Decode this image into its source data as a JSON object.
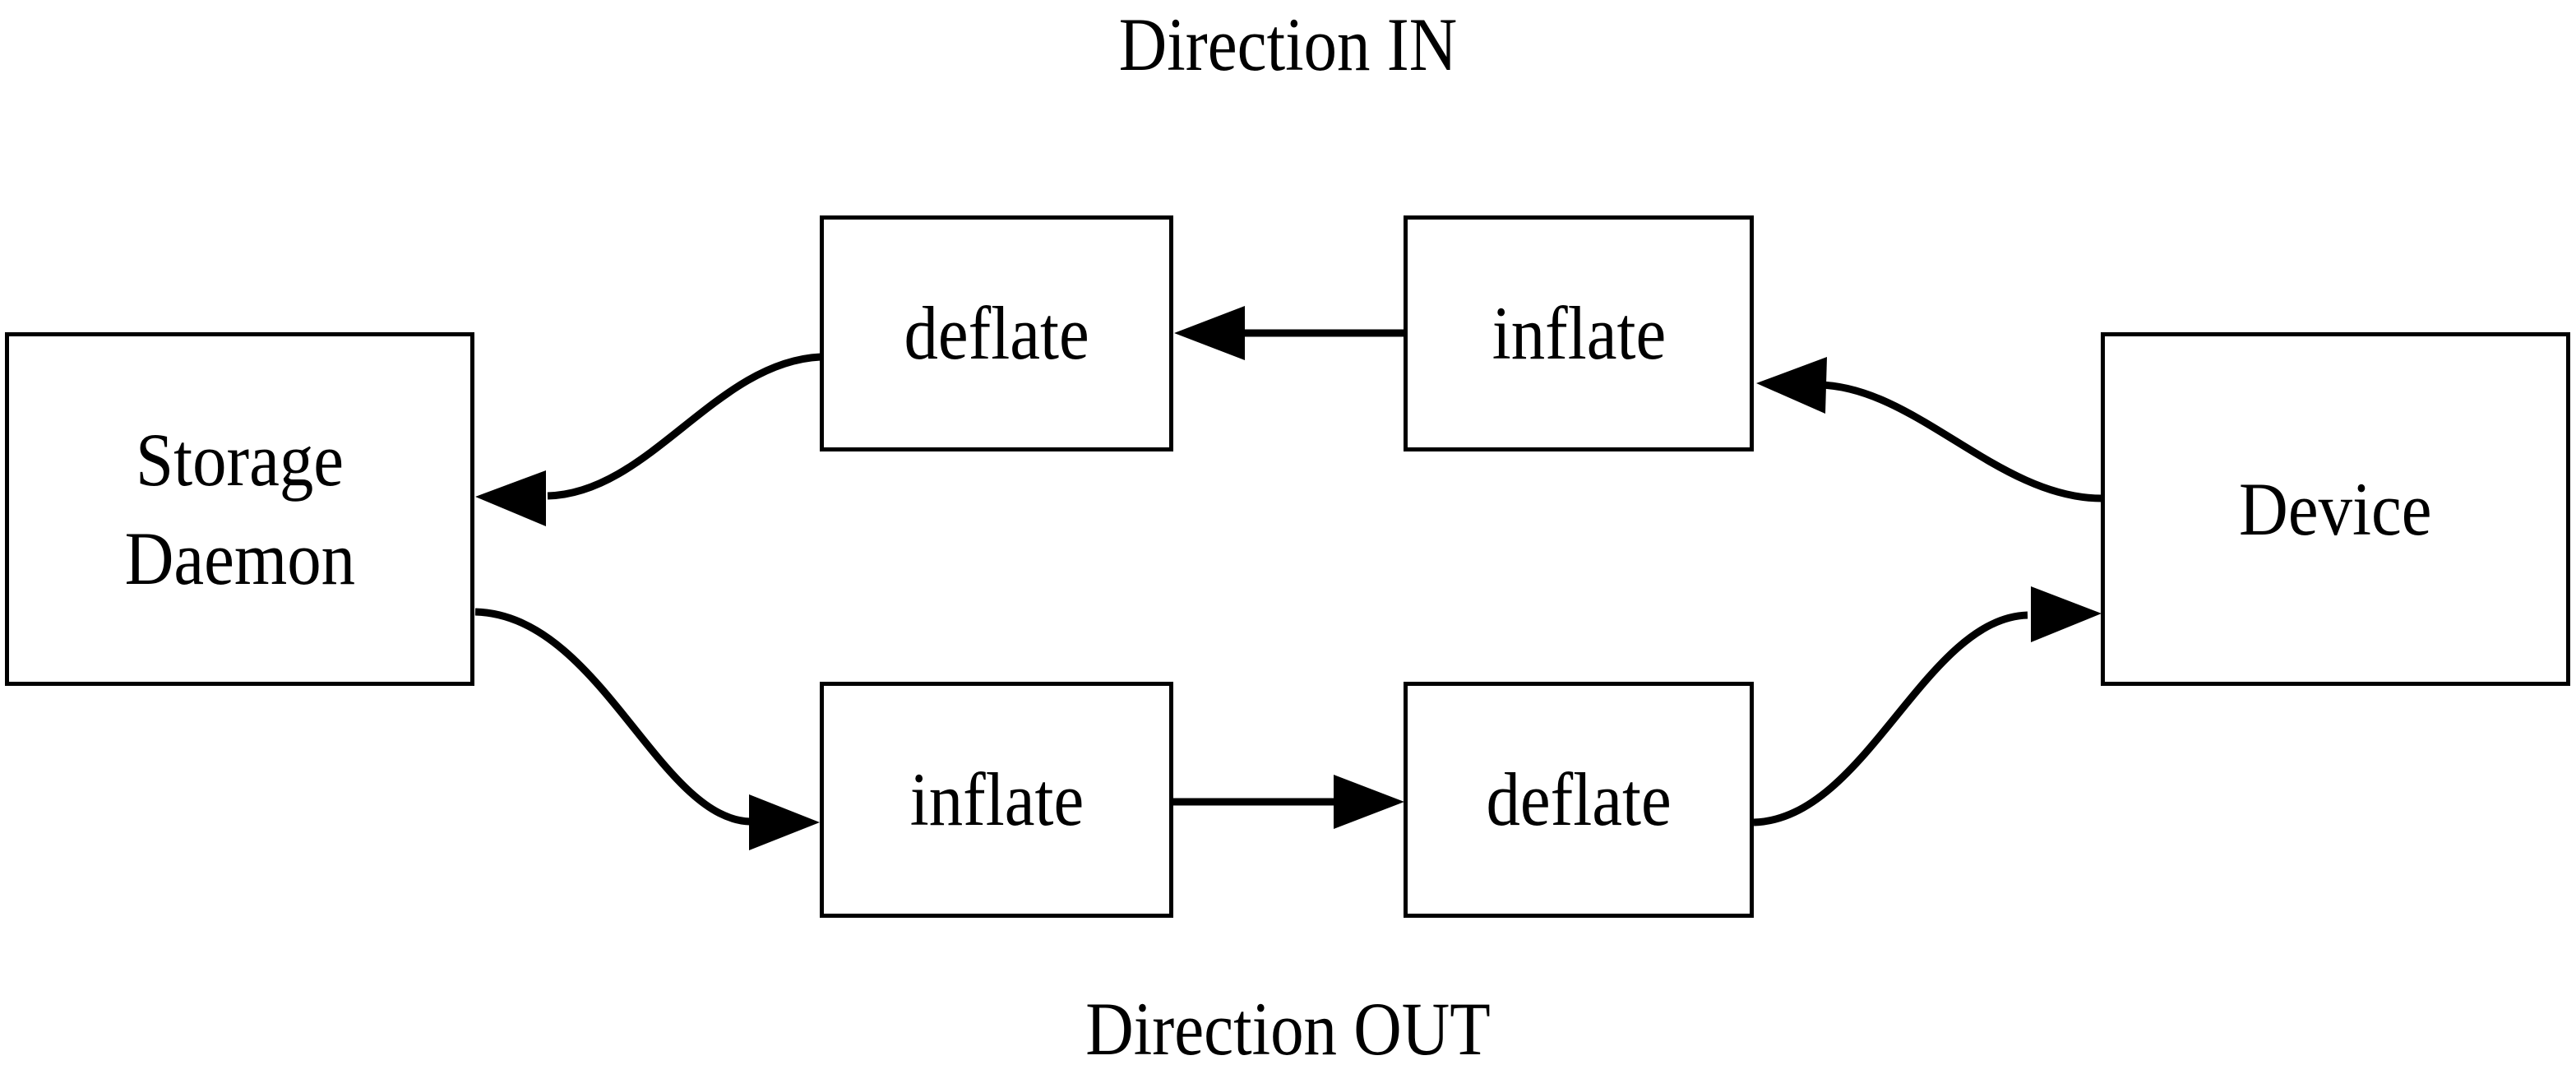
{
  "diagram": {
    "caption_top": "Direction IN",
    "caption_bottom": "Direction OUT",
    "background_color": "#ffffff",
    "stroke_color": "#000000",
    "nodes": [
      {
        "id": "storage-daemon",
        "line1": "Storage",
        "line2": "Daemon"
      },
      {
        "id": "deflate-in",
        "label": "deflate"
      },
      {
        "id": "inflate-in",
        "label": "inflate"
      },
      {
        "id": "device",
        "label": "Device"
      },
      {
        "id": "inflate-out",
        "label": "inflate"
      },
      {
        "id": "deflate-out",
        "label": "deflate"
      }
    ],
    "edges": [
      {
        "id": "device-to-inflate-in",
        "from": "device",
        "to": "inflate-in",
        "style": "curved",
        "arrow": "left"
      },
      {
        "id": "inflate-in-to-deflate-in",
        "from": "inflate-in",
        "to": "deflate-in",
        "style": "straight",
        "arrow": "left"
      },
      {
        "id": "deflate-in-to-storage",
        "from": "deflate-in",
        "to": "storage-daemon",
        "style": "curved",
        "arrow": "left"
      },
      {
        "id": "storage-to-inflate-out",
        "from": "storage-daemon",
        "to": "inflate-out",
        "style": "curved",
        "arrow": "right"
      },
      {
        "id": "inflate-out-to-deflate-out",
        "from": "inflate-out",
        "to": "deflate-out",
        "style": "straight",
        "arrow": "right"
      },
      {
        "id": "deflate-out-to-device",
        "from": "deflate-out",
        "to": "device",
        "style": "curved",
        "arrow": "right"
      }
    ]
  }
}
